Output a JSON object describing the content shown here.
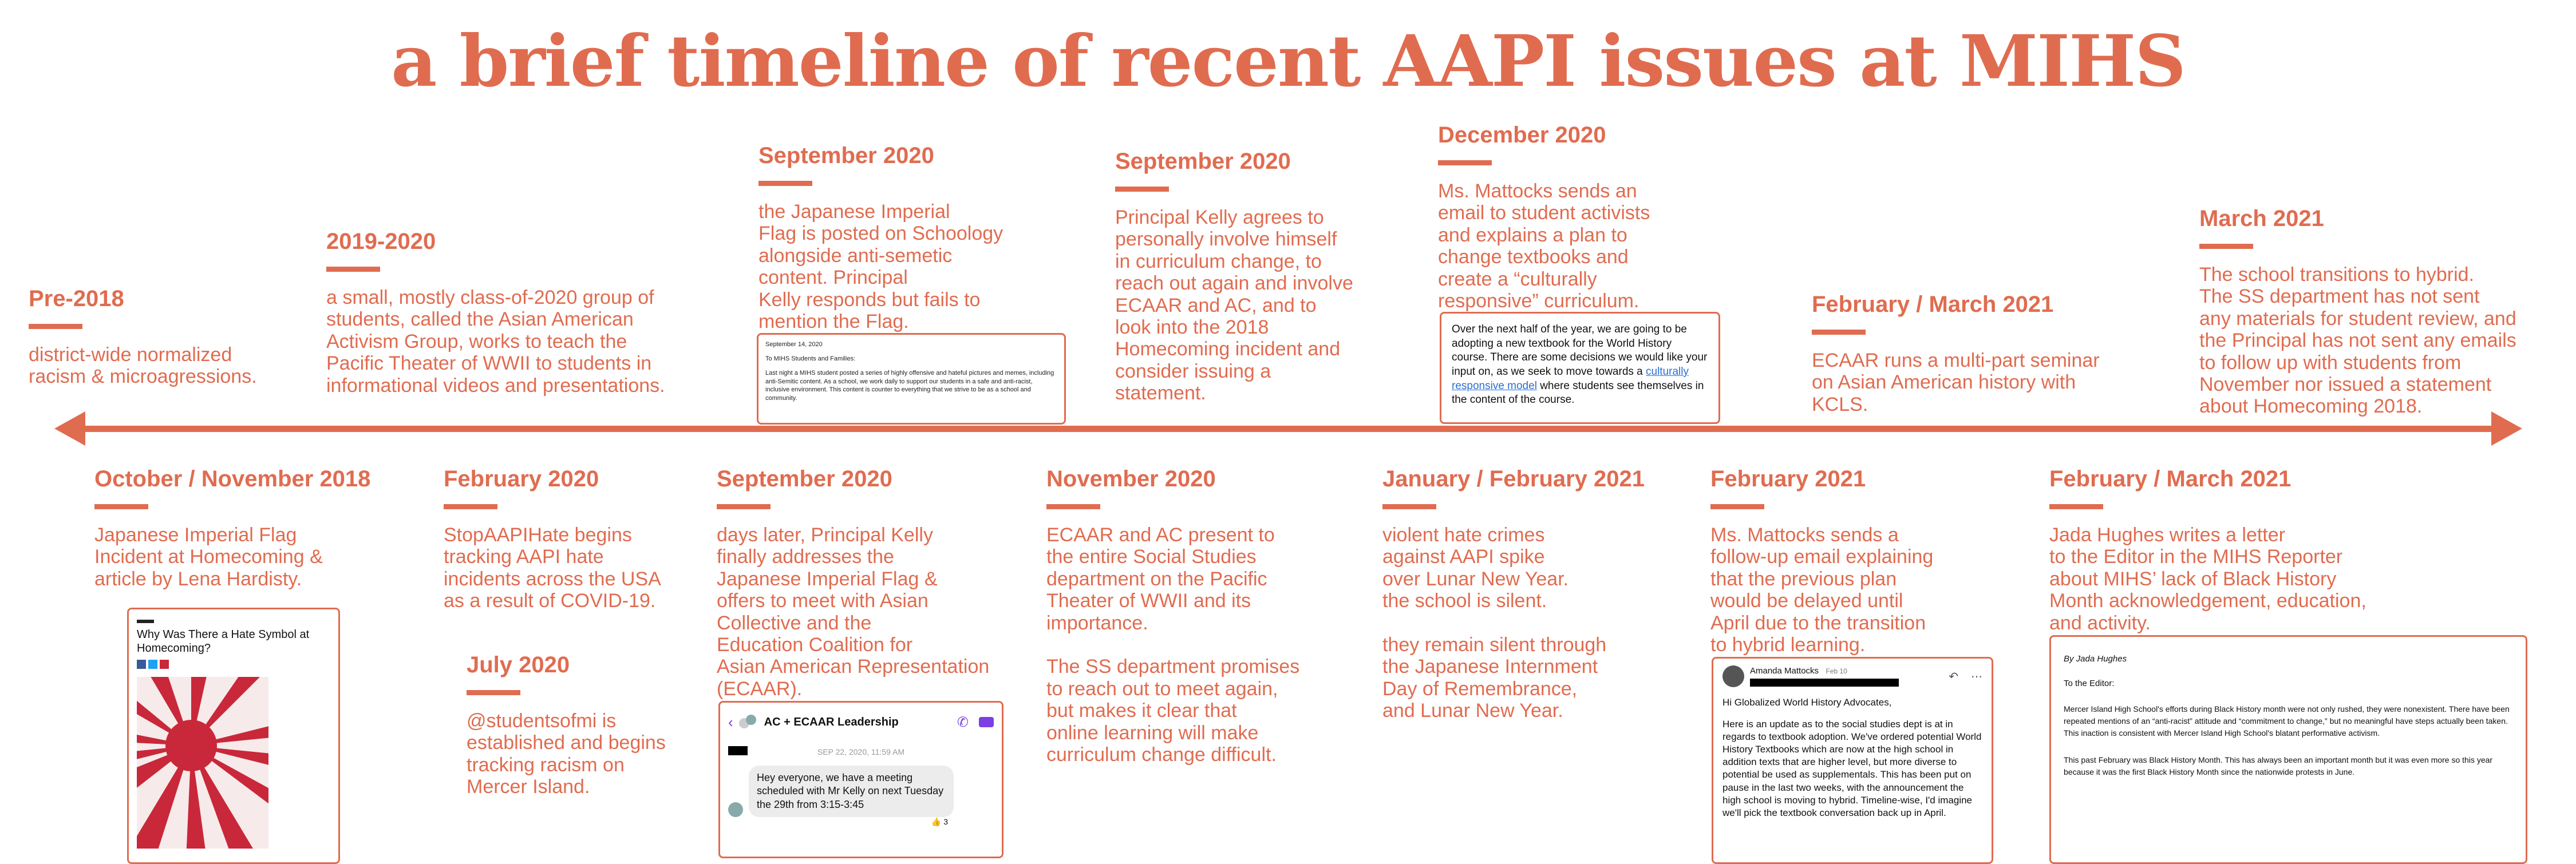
{
  "title": "a brief timeline of recent AAPI issues at MIHS",
  "colors": {
    "accent": "#e06c50",
    "text_dark": "#111111",
    "link": "#2a6fd6",
    "flag_red": "#c8283a"
  },
  "events_above": [
    {
      "date": "Pre-2018",
      "desc": "district-wide normalized\nracism & microagressions."
    },
    {
      "date": "2019-2020",
      "desc": "a small, mostly class-of-2020 group of\nstudents, called the Asian American\nActivism Group, works to teach the\nPacific Theater of WWII to students in\ninformational videos and presentations."
    },
    {
      "date": "September 2020",
      "desc": "the Japanese Imperial\nFlag is posted on Schoology\nalongside anti-semetic\ncontent. Principal\nKelly responds but fails to\nmention the Flag."
    },
    {
      "date": "September 2020",
      "desc": "Principal Kelly agrees to\npersonally involve himself\nin curriculum change, to\nreach out again and involve\nECAAR and AC, and to\nlook into the 2018\nHomecoming incident and\nconsider issuing a\nstatement."
    },
    {
      "date": "December 2020",
      "desc": "Ms. Mattocks sends an\nemail to student activists\nand explains a plan to\nchange textbooks and\ncreate a “culturally\nresponsive” curriculum."
    },
    {
      "date": "February / March 2021",
      "desc": "ECAAR runs a multi-part seminar\non Asian American history with\nKCLS."
    },
    {
      "date": "March 2021",
      "desc": "The school transitions to hybrid.\nThe SS department has not sent\nany materials for student review, and\nthe Principal has not sent any emails\nto follow up with students from\nNovember nor issued a statement\nabout Homecoming 2018."
    }
  ],
  "events_below": [
    {
      "date": "October / November 2018",
      "desc": "Japanese Imperial Flag\nIncident at Homecoming &\narticle by Lena Hardisty."
    },
    {
      "date": "February 2020",
      "desc": "StopAAPIHate begins\ntracking AAPI hate\nincidents across the USA\nas a result of COVID-19."
    },
    {
      "date": "July 2020",
      "desc": "@studentsofmi is\nestablished and begins\ntracking racism on\nMercer Island."
    },
    {
      "date": "September 2020",
      "desc": "days later, Principal Kelly\nfinally addresses the\nJapanese Imperial Flag &\noffers to meet with Asian\nCollective and the\nEducation Coalition for\nAsian American Representation\n(ECAAR)."
    },
    {
      "date": "November 2020",
      "desc": "ECAAR and AC present to\nthe entire Social Studies\ndepartment on the Pacific\nTheater of WWII and its\nimportance.\n\nThe SS department promises\nto reach out to meet again,\nbut makes it clear that\nonline learning will make\ncurriculum change difficult."
    },
    {
      "date": "January / February 2021",
      "desc": "violent hate crimes\nagainst AAPI spike\nover Lunar New Year.\nthe school is silent.\n\nthey remain silent through\nthe Japanese Internment\nDay of Remembrance,\nand Lunar New Year."
    },
    {
      "date": "February 2021",
      "desc": "Ms. Mattocks sends a\nfollow-up email explaining\nthat the previous plan\nwould be delayed until\nApril due to the transition\nto hybrid learning."
    },
    {
      "date": "February / March 2021",
      "desc": "Jada Hughes writes a letter\nto the Editor in the MIHS Reporter\n about MIHS’ lack of Black History\nMonth acknowledgement, education,\nand activity."
    }
  ],
  "screenshots": {
    "schoology": {
      "date": "September 14, 2020",
      "greeting": "To MIHS Students and Families:",
      "body": "Last night a MIHS student posted a series of highly offensive and hateful pictures and memes, including anti-Semitic content. As a school, we work daily to support our students in a safe and anti-racist, inclusive environment. This content is counter to everything that we strive to be as a school and community."
    },
    "mattocks_dec": {
      "text_before_link": "Over the next half of the year, we are going to be adopting a new textbook for the World History course. There are some decisions we would like your input on, as we seek to move towards a ",
      "link": "culturally responsive model",
      "text_after_link": " where students see themselves in the content of the course."
    },
    "article": {
      "headline": "Why Was There a Hate Symbol at Homecoming?"
    },
    "chat": {
      "group_name": "AC + ECAAR Leadership",
      "timestamp": "SEP 22, 2020, 11:59 AM",
      "message": "Hey everyone, we have a meeting scheduled with Mr Kelly on next Tuesday the 29th from 3:15-3:45",
      "reaction": "👍 3"
    },
    "mattocks_feb": {
      "sender": "Amanda Mattocks",
      "date": "Feb 10",
      "greeting": "Hi Globalized World History Advocates,",
      "body": "Here is an update as to the social studies dept is at in regards to textbook adoption. We've ordered potential World History Textbooks which are now at the high school in addition texts that are higher level, but more diverse to potential be used as supplementals. This has been put on pause in the last two weeks, with the announcement the high school is moving to hybrid. Timeline-wise, I'd imagine we'll pick the textbook conversation back up in April."
    },
    "letter": {
      "byline": "By Jada Hughes",
      "salutation": "To the Editor:",
      "para1": "Mercer Island High School's efforts during Black History month were not only rushed, they were nonexistent. There have been repeated mentions of an “anti-racist” attitude and “commitment to change,” but no meaningful have steps actually been taken. This inaction is consistent with Mercer Island High School's blatant performative activism.",
      "para2": "This past February was Black History Month. This has always been an important month but it was even more so this year because it was the first Black History Month since the nationwide protests in June."
    }
  }
}
